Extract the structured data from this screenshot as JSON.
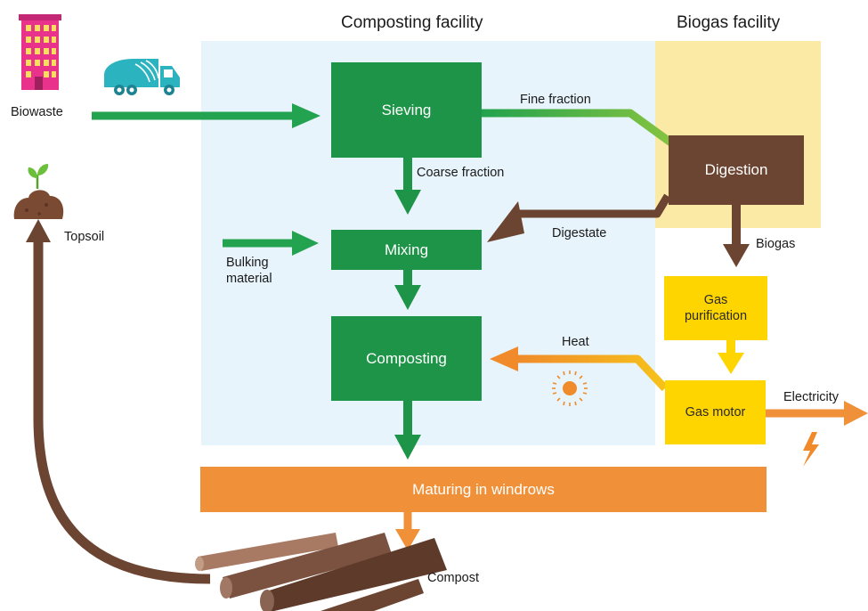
{
  "zones": {
    "composting_title": "Composting facility",
    "biogas_title": "Biogas facility"
  },
  "boxes": {
    "sieving": "Sieving",
    "mixing": "Mixing",
    "composting": "Composting",
    "digestion": "Digestion",
    "gas_purification": "Gas purification",
    "gas_motor": "Gas motor",
    "maturing": "Maturing in windrows"
  },
  "labels": {
    "biowaste": "Biowaste",
    "topsoil": "Topsoil",
    "fine_fraction": "Fine fraction",
    "coarse_fraction": "Coarse fraction",
    "digestate": "Digestate",
    "biogas": "Biogas",
    "bulking_material": "Bulking material",
    "heat": "Heat",
    "electricity": "Electricity",
    "compost": "Compost"
  },
  "colors": {
    "process_green": "#1e9448",
    "digestion_brown": "#6b4432",
    "gas_yellow": "#ffd500",
    "maturing_orange": "#f0913a",
    "composting_zone": "#e8f4fc",
    "biogas_zone": "#fbe9a6"
  }
}
